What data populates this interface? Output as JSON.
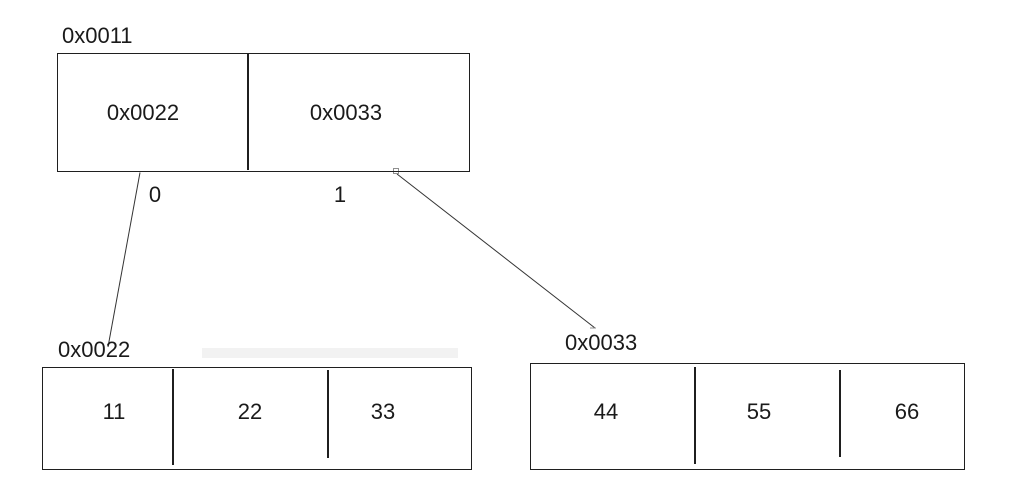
{
  "root_array": {
    "label": "0x0011",
    "cells": [
      "0x0022",
      "0x0033"
    ],
    "indices": [
      "0",
      "1"
    ]
  },
  "left_array": {
    "label": "0x0022",
    "cells": [
      "11",
      "22",
      "33"
    ]
  },
  "right_array": {
    "label": "0x0033",
    "cells": [
      "44",
      "55",
      "66"
    ]
  },
  "colors": {
    "background": "#ffffff",
    "line": "#333333",
    "box_border": "#1f1f1f",
    "text": "#1a1a1a",
    "handle": "#8f8f8f",
    "artifact_band": "#f2f2f2"
  }
}
